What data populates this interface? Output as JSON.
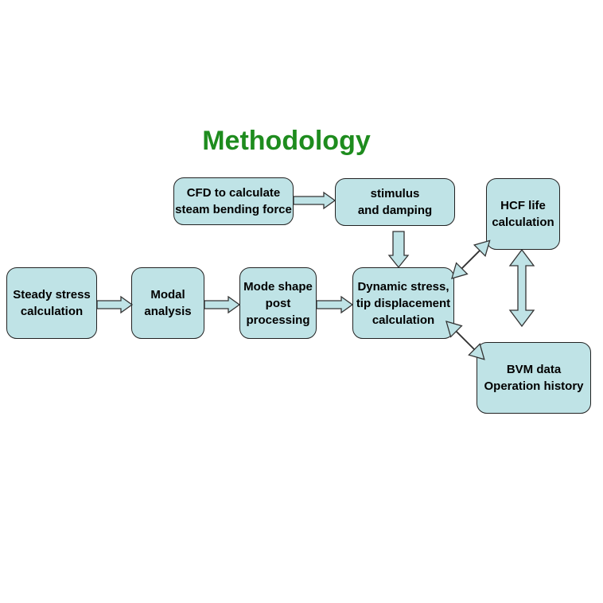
{
  "title": "Methodology",
  "nodes": {
    "cfd": "CFD to calculate\nsteam bending force",
    "stimulus": "stimulus\nand damping",
    "hcf": "HCF life\ncalculation",
    "steady": "Steady stress\ncalculation",
    "modal": "Modal\nanalysis",
    "modeshape": "Mode shape\npost\nprocessing",
    "dynamic": "Dynamic stress,\ntip displacement\ncalculation",
    "bvm": "BVM data\nOperation history"
  },
  "colors": {
    "title": "#1e8c1e",
    "box_fill": "#bfe3e6",
    "border": "#222222"
  }
}
